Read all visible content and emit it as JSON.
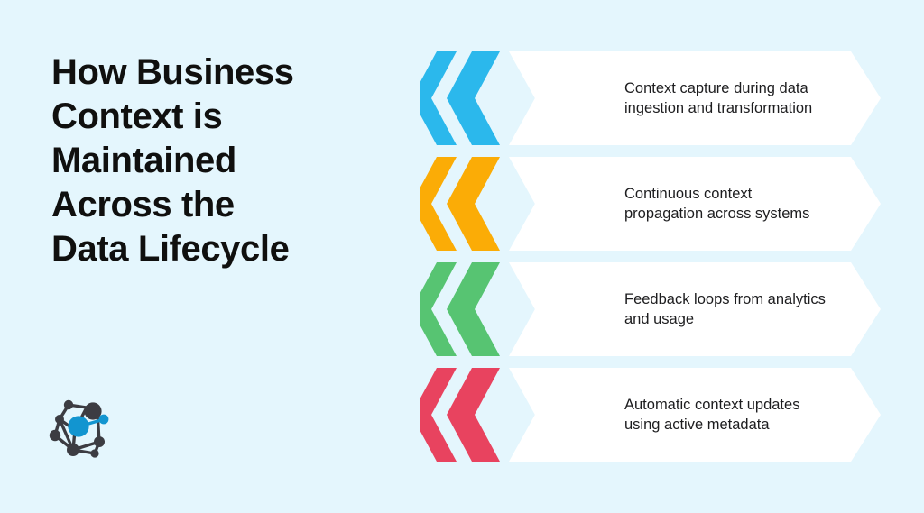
{
  "slide": {
    "background_color": "#e4f6fd",
    "title": "How Business Context is Maintained Across the Data Lifecycle",
    "title_display": "How Business\nContext is\nMaintained\nAcross the\nData Lifecycle",
    "title_color": "#10100f"
  },
  "logo": {
    "name": "network-graph-logo",
    "node_color": "#3c3c42",
    "accent_color": "#1295d0"
  },
  "steps": [
    {
      "index": 1,
      "text": "Context capture during data ingestion and transformation",
      "text_display": "Context capture during data\ningestion and transformation",
      "color": "#2bb8ec",
      "icon": "double-chevron-left-icon"
    },
    {
      "index": 2,
      "text": "Continuous context propagation across systems",
      "text_display": "Continuous context\npropagation across systems",
      "color": "#fbac06",
      "icon": "double-chevron-left-icon"
    },
    {
      "index": 3,
      "text": "Feedback loops from analytics and usage",
      "text_display": "Feedback loops from analytics\nand usage",
      "color": "#57c472",
      "icon": "double-chevron-left-icon"
    },
    {
      "index": 4,
      "text": "Automatic context updates using active metadata",
      "text_display": "Automatic context updates\nusing active metadata",
      "color": "#e8435f",
      "icon": "double-chevron-left-icon"
    }
  ]
}
